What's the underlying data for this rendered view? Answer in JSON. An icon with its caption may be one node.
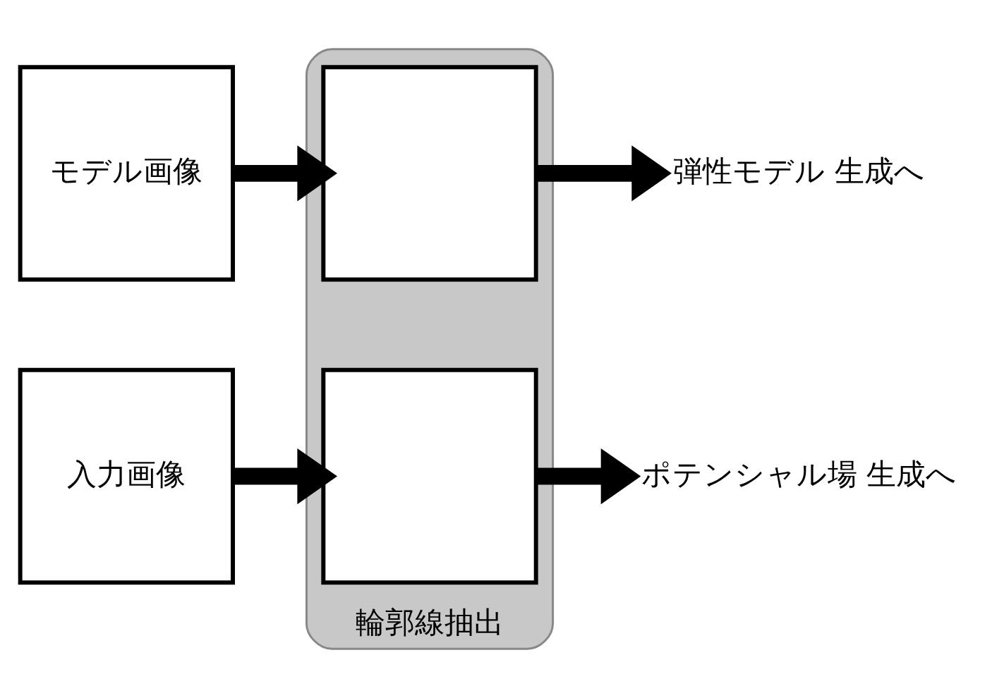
{
  "diagram": {
    "nodes": [
      {
        "text": [
          "モデル画像"
        ]
      },
      {
        "text": [
          "輪郭線抽出"
        ]
      },
      {
        "text": [],
        "shape": "box",
        "in": 1
      },
      {
        "text": [
          "弾性モデル 生成へ"
        ]
      },
      {
        "text": [
          "入力画像"
        ]
      },
      {
        "text": [],
        "shape": "box",
        "in": 1
      },
      {
        "text": [
          "ポテンシャル場 生成へ"
        ]
      }
    ],
    "edges": [
      {
        "from": 0,
        "to": 2,
        "arrow": "to"
      },
      {
        "from": 2,
        "to": 3,
        "arrow": "to"
      },
      {
        "from": 4,
        "to": 5,
        "arrow": "to"
      },
      {
        "from": 5,
        "to": 6,
        "arrow": "to"
      }
    ]
  }
}
